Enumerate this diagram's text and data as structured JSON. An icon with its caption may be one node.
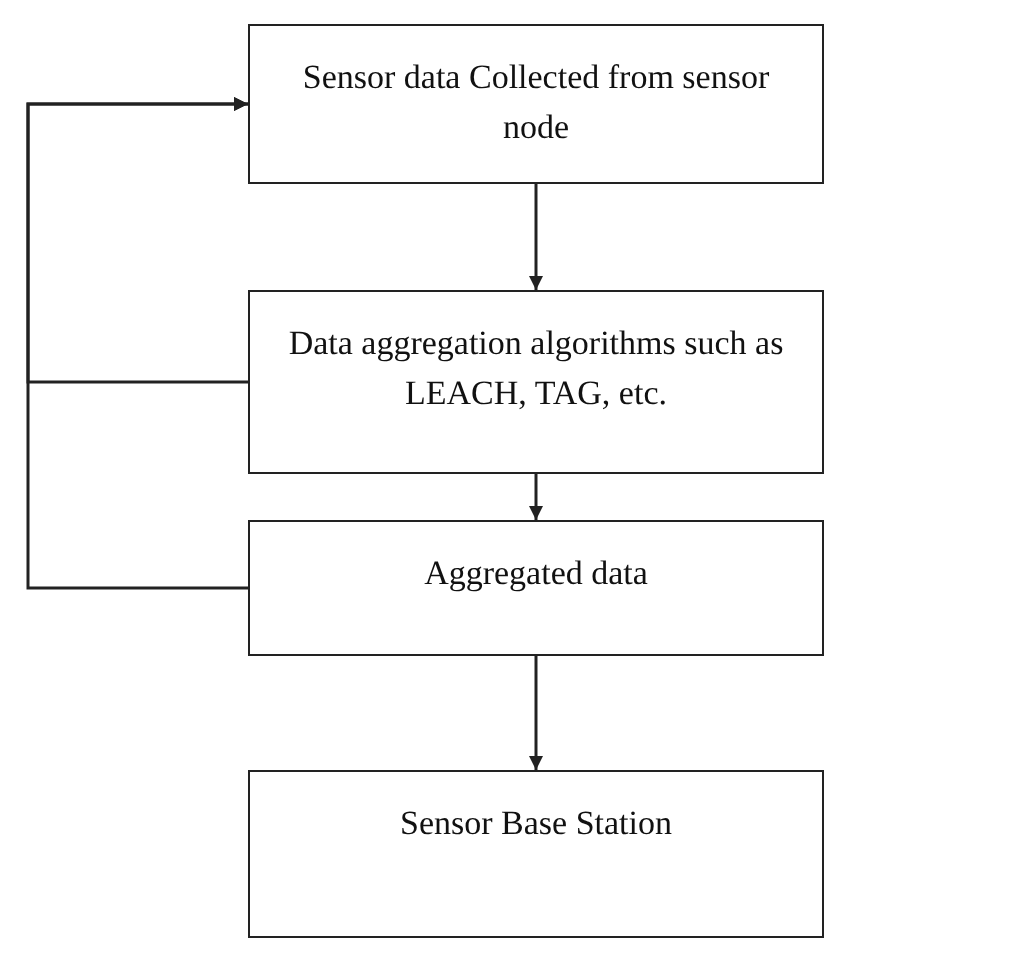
{
  "diagram": {
    "nodes": [
      {
        "text": [
          "Sensor data Collected from sensor node"
        ]
      },
      {
        "text": [
          "Data aggregation algorithms such as LEACH, TAG, etc."
        ]
      },
      {
        "text": [
          "Aggregated data"
        ]
      },
      {
        "text": [
          "Sensor Base Station"
        ]
      }
    ],
    "edges": [
      {
        "from": 0,
        "to": 1,
        "arrow": "to"
      },
      {
        "from": 1,
        "to": 2,
        "arrow": "to"
      },
      {
        "from": 2,
        "to": 3,
        "arrow": "to"
      },
      {
        "from": 2,
        "to": 0,
        "arrow": "to"
      },
      {
        "from": 1,
        "to": 0,
        "arrow": "to"
      }
    ]
  }
}
